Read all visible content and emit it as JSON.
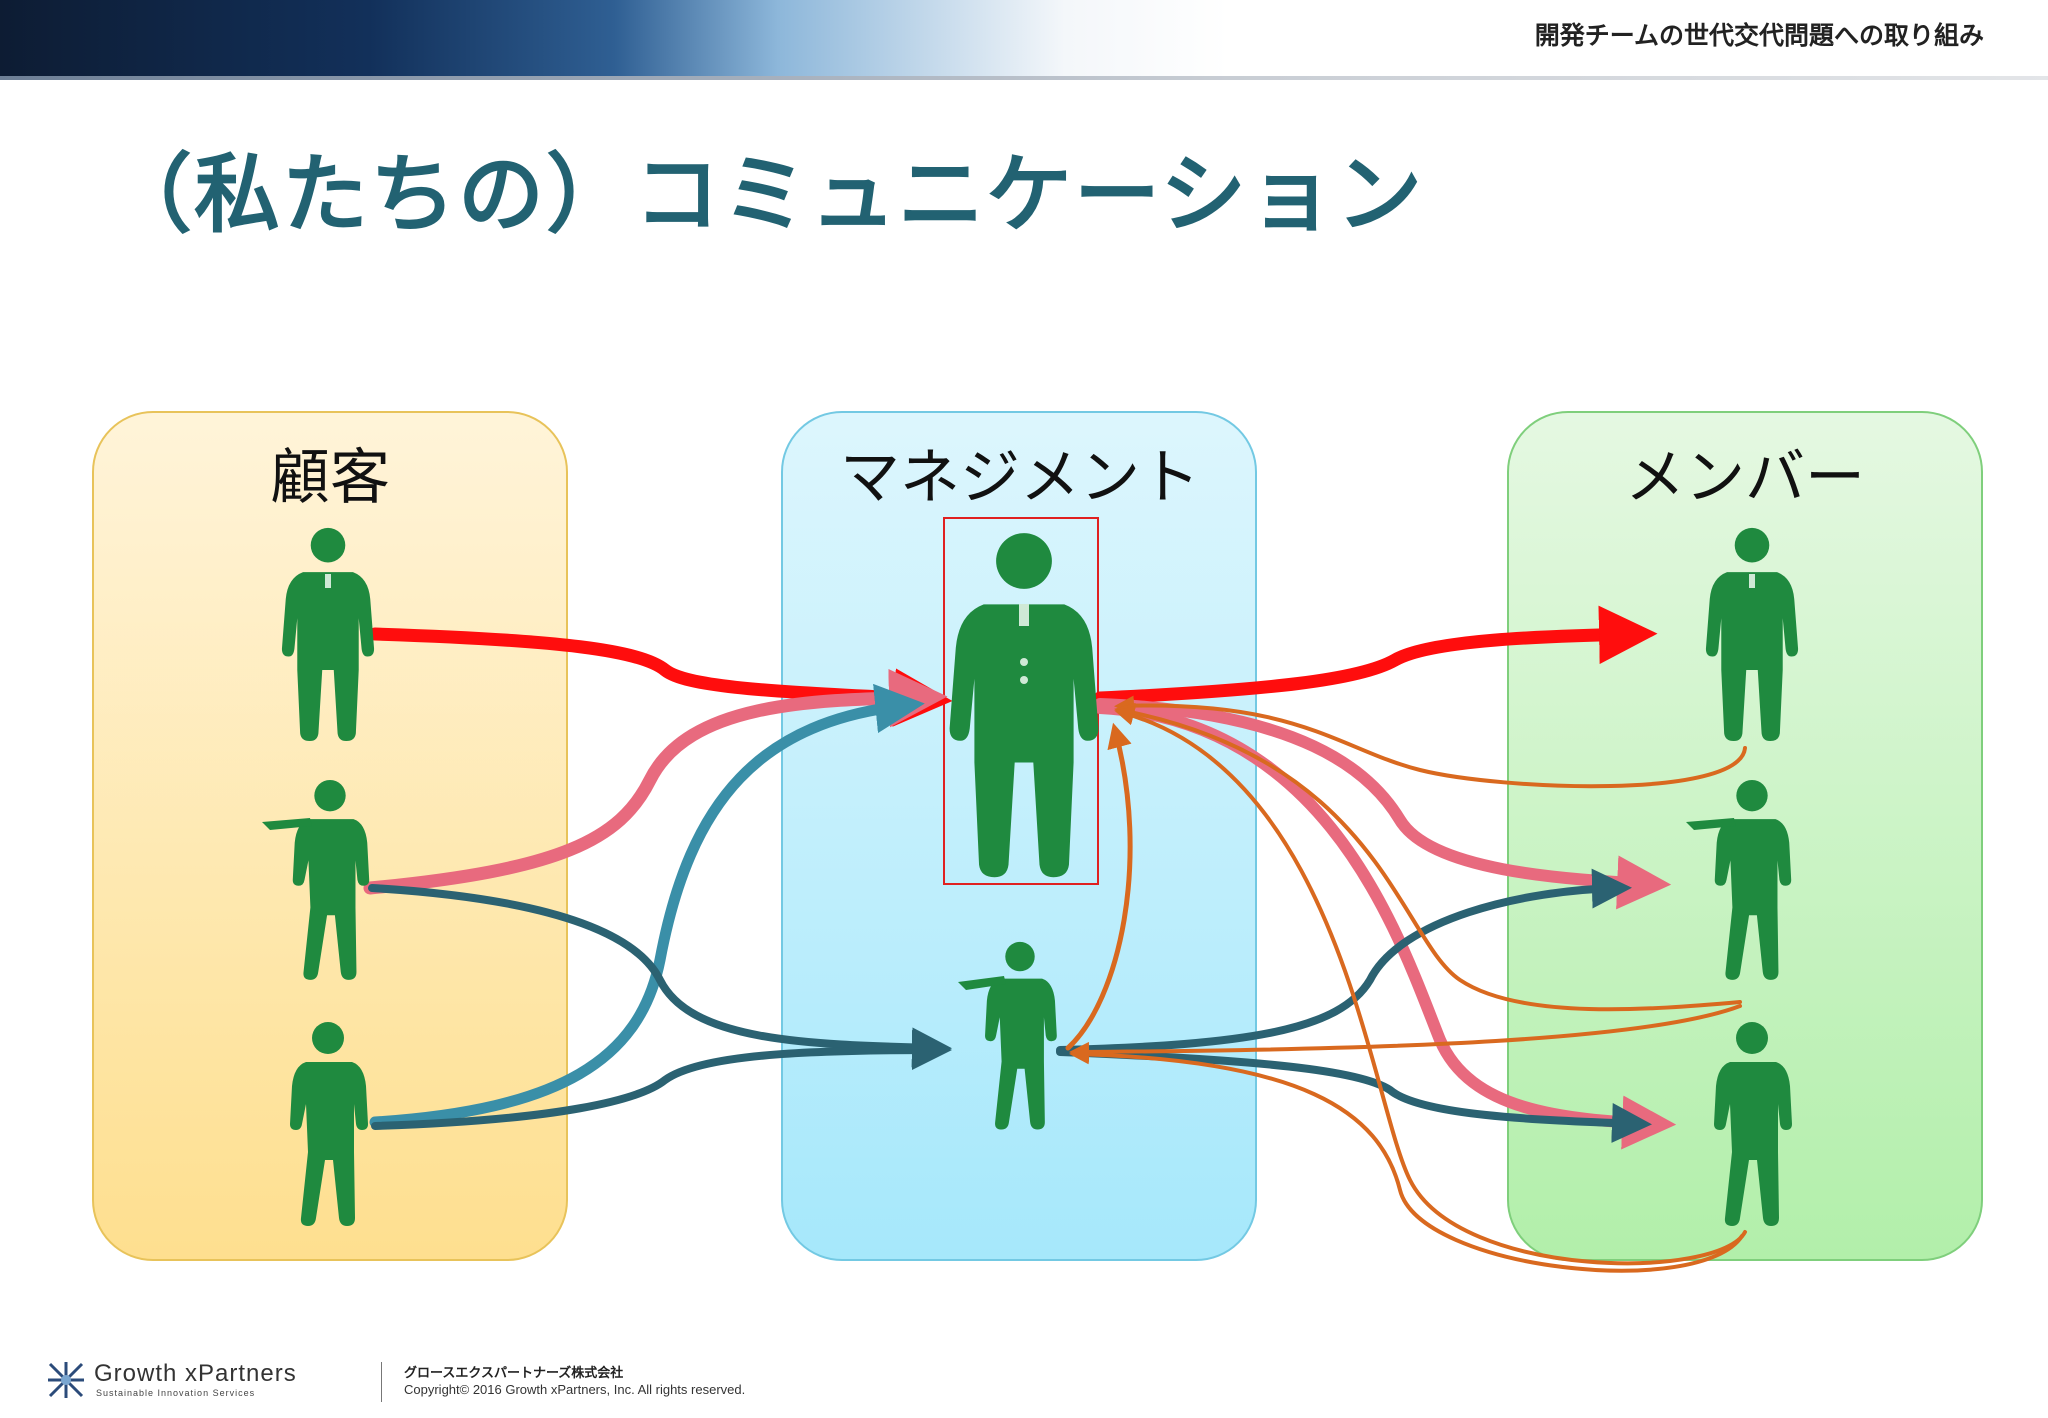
{
  "header": {
    "title": "開発チームの世代交代問題への取り組み"
  },
  "slide": {
    "title": "（私たちの）コミュニケーション"
  },
  "groups": [
    {
      "label": "顧客"
    },
    {
      "label": "マネジメント"
    },
    {
      "label": "メンバー"
    }
  ],
  "colors": {
    "title": "#226272",
    "person": "#1f8a3f",
    "customer_box": "#fde7a8",
    "management_box": "#bdeefc",
    "member_box": "#c6f3c0",
    "arrow_red": "#ff0d0d",
    "arrow_pink": "#e86a7e",
    "arrow_teal": "#3a8fa8",
    "arrow_dark_teal": "#2b6272",
    "arrow_orange": "#d9691f",
    "highlight_border": "#e02020"
  },
  "footer": {
    "logo_name": "Growth xPartners",
    "logo_tagline": "Sustainable Innovation Services",
    "company_name": "グロースエクスパートナーズ株式会社",
    "copyright": "Copyright© 2016 Growth xPartners, Inc. All rights reserved."
  }
}
